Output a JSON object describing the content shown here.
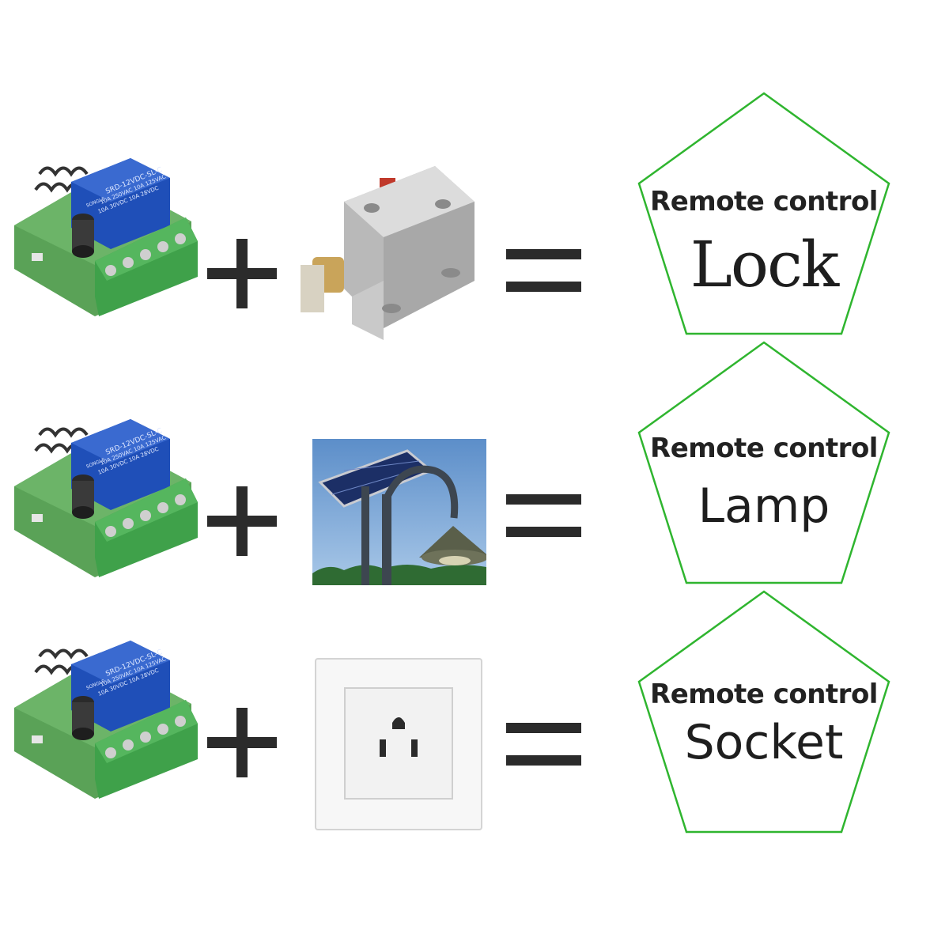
{
  "colors": {
    "pentagon_stroke": "#2fb52f",
    "symbol": "#2b2b2b",
    "relay_blue": "#1f4fb8",
    "terminal_green": "#3fa14a",
    "pcb_green": "#5aa257"
  },
  "rows": [
    {
      "product_icon": "electric-lock-image",
      "badge": {
        "line1": "Remote control",
        "line2": "Lock"
      }
    },
    {
      "product_icon": "solar-street-lamp-image",
      "badge": {
        "line1": "Remote control",
        "line2": "Lamp"
      }
    },
    {
      "product_icon": "wall-socket-image",
      "badge": {
        "line1": "Remote control",
        "line2": "Socket"
      }
    }
  ],
  "relay_module": {
    "icon": "relay-module-image",
    "relay_text": [
      "SRD-12VDC-SL-C",
      "10A 250VAC 10A 125VAC",
      "10A 30VDC 10A 28VDC",
      "SONGLE"
    ]
  }
}
